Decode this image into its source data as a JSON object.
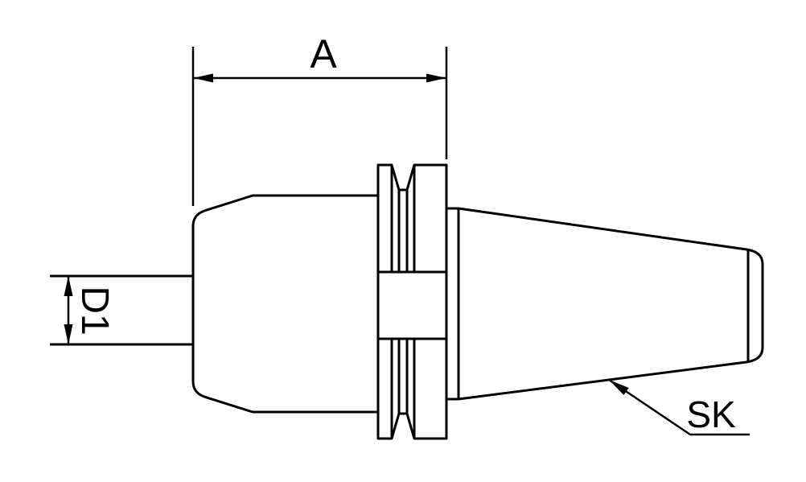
{
  "drawing": {
    "background_color": "#ffffff",
    "line_color": "#000000",
    "labels": {
      "length_dimension": "A",
      "diameter_dimension": "D1",
      "taper_label": "SK"
    }
  }
}
